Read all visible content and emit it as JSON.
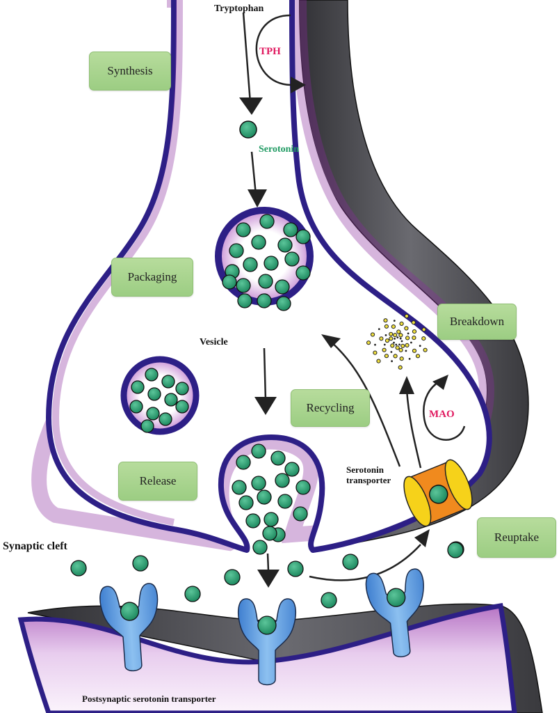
{
  "title": "Serotonin synapse: synthesis, packaging, release, reuptake and breakdown",
  "colors": {
    "membrane_outer": "#2d1f86",
    "membrane_shade": "#8a2c9e",
    "cytoplasm": "#ffffff",
    "cell_shadow": "#4a4a4e",
    "serotonin": "#2a9a6e",
    "enzyme_text": "#e0195f",
    "serotonin_text": "#1f9a62",
    "stage_box": "#a8d48e",
    "receptor": "#5b9be0",
    "transporter_outer": "#f6d21a",
    "transporter_inner": "#f08a1e",
    "breakdown_dots": "#f0e040"
  },
  "stages": {
    "synthesis": "Synthesis",
    "packaging": "Packaging",
    "breakdown": "Breakdown",
    "recycling": "Recycling",
    "release": "Release",
    "reuptake": "Reuptake"
  },
  "labels": {
    "tryptophan": "Tryptophan",
    "tph": "TPH",
    "serotonin": "Serotonin",
    "vesicle": "Vesicle",
    "mao": "MAO",
    "serotonin_transporter_line1": "Serotonin",
    "serotonin_transporter_line2": "transporter",
    "synaptic_cleft": "Synaptic cleft",
    "postsynaptic": "Postsynaptic serotonin transporter"
  }
}
